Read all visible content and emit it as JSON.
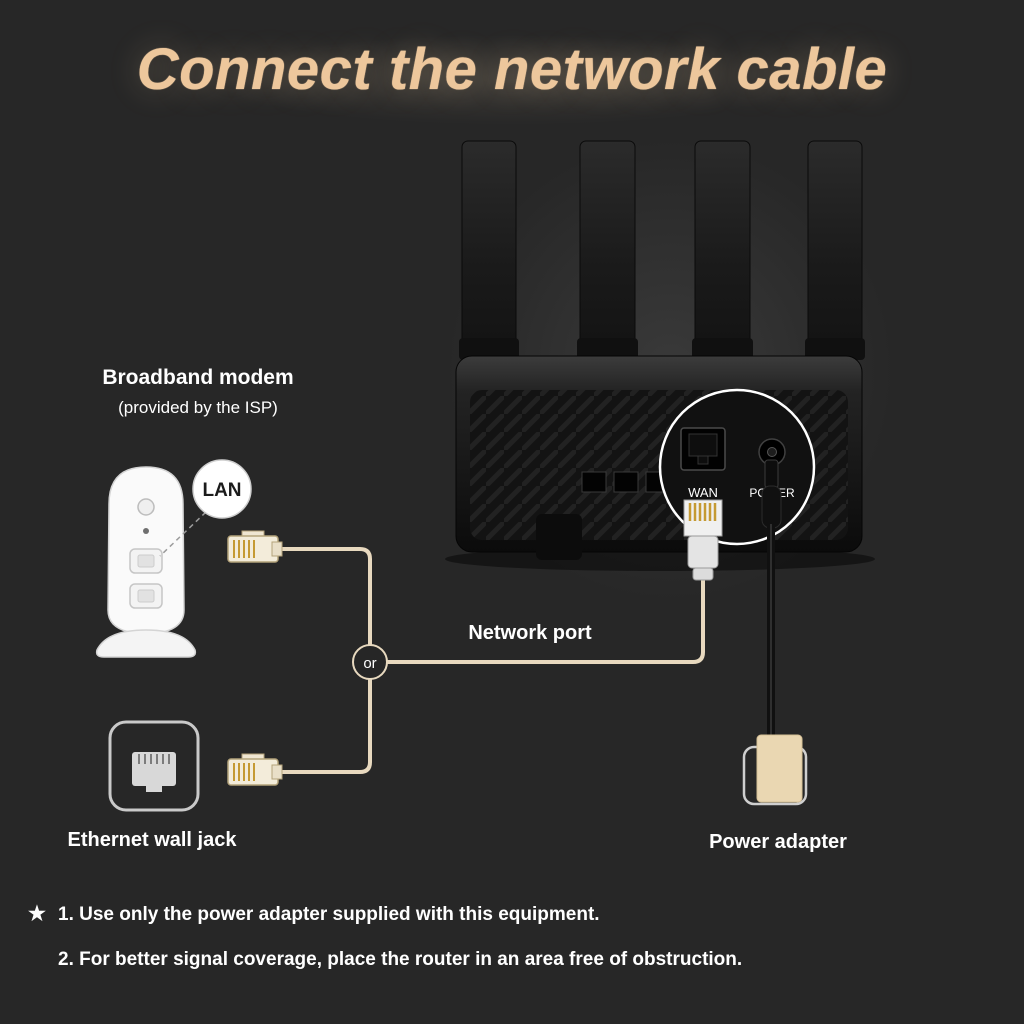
{
  "page": {
    "title": "Connect the network cable"
  },
  "colors": {
    "background": "#272727",
    "accent": "#edc79c",
    "cable": "#e8d9bf"
  },
  "diagram": {
    "modem": {
      "title": "Broadband modem",
      "subtitle": "(provided by the ISP)",
      "port_label": "LAN"
    },
    "router": {
      "wan_label": "WAN",
      "power_label": "POWER"
    },
    "junction": {
      "label": "or"
    },
    "network_port_label": "Network port",
    "wall_jack_label": "Ethernet wall jack",
    "power_adapter_label": "Power adapter"
  },
  "notes": {
    "star": "★",
    "items": [
      "1. Use only the power adapter supplied with this equipment.",
      "2. For better signal coverage, place the router in an area free of obstruction."
    ]
  }
}
